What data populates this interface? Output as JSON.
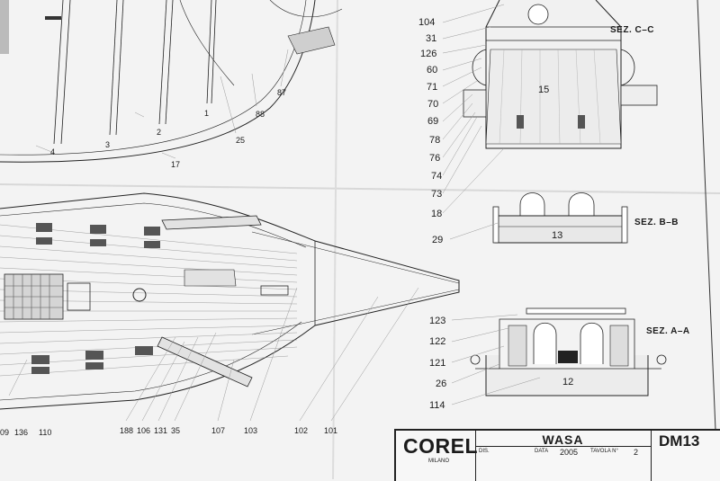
{
  "sheet": {
    "brand": "COREL",
    "city": "MILANO",
    "model_name": "WASA",
    "fields": [
      {
        "key": "DIS.",
        "value": ""
      },
      {
        "key": "DATA",
        "value": "2005"
      },
      {
        "key": "TAVOLA N°",
        "value": "2"
      }
    ],
    "plan_code": "DM13"
  },
  "sections": [
    "SEZ. C–C",
    "SEZ. B–B",
    "SEZ. A–A"
  ],
  "section_c_labels": [
    "104",
    "31",
    "126",
    "60",
    "71",
    "70",
    "69",
    "78",
    "76",
    "74",
    "73",
    "18"
  ],
  "section_c_part": "15",
  "section_b_callout": "29",
  "section_b_part": "13",
  "section_a_labels": [
    "123",
    "122",
    "121",
    "26",
    "114"
  ],
  "section_a_part": "12",
  "hull_labels": [
    "87",
    "88",
    "1",
    "25",
    "2",
    "17",
    "3",
    "4"
  ],
  "deck_labels": [
    "09",
    "136",
    "110",
    "188",
    "106",
    "131",
    "35",
    "107",
    "103",
    "102",
    "101"
  ],
  "colors": {
    "paper": "#f3f3f3",
    "ink": "#222222",
    "shade": "#bdbdbd"
  }
}
